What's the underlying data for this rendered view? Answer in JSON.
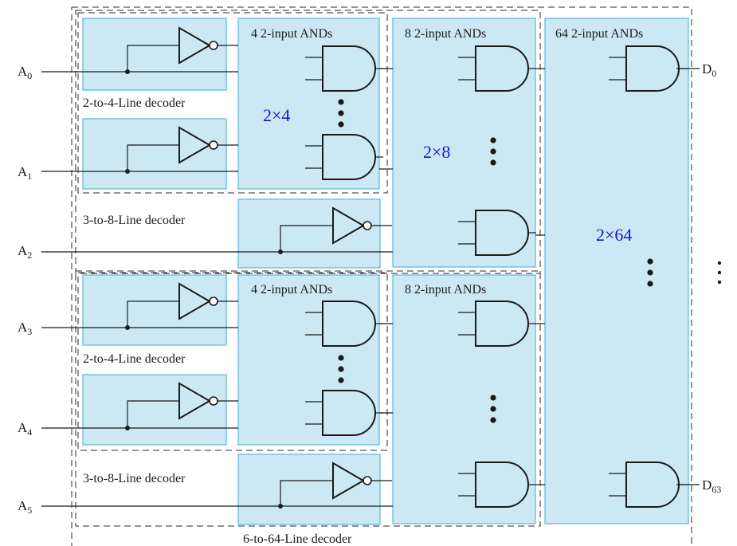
{
  "inputs": [
    "A",
    "A",
    "A",
    "A",
    "A",
    "A"
  ],
  "input_subscripts": [
    "0",
    "1",
    "2",
    "3",
    "4",
    "5"
  ],
  "outputs": [
    "D",
    "D"
  ],
  "output_subscripts": [
    "0",
    "63"
  ],
  "labels": {
    "and4_top": "4 2-input ANDs",
    "and8_top": "8 2-input ANDs",
    "and64": "64 2-input ANDs",
    "and4_bottom": "4 2-input ANDs",
    "and8_bottom": "8 2-input ANDs",
    "dec24_top": "2-to-4-Line decoder",
    "dec38_top": "3-to-8-Line decoder",
    "dec24_bottom": "2-to-4-Line decoder",
    "dec38_bottom": "3-to-8-Line decoder",
    "dec664": "6-to-64-Line decoder"
  },
  "multipliers": {
    "x4": "2×4",
    "x8": "2×8",
    "x64": "2×64"
  },
  "colors": {
    "box_fill": "#cde8f5",
    "box_stroke": "#5bb6e0",
    "multiplier_text": "#1414d2"
  }
}
